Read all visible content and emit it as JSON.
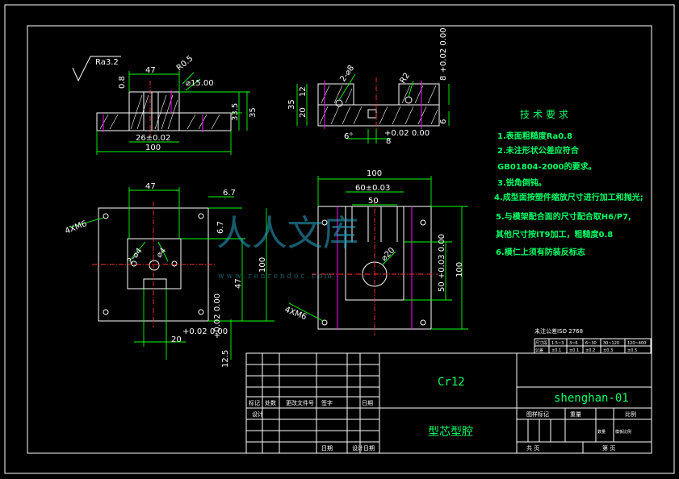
{
  "roughness": "Ra3.2",
  "top_left_view": {
    "dims": [
      "47",
      "R0.5",
      "⌀15.00",
      "0.8",
      "33.5",
      "35",
      "26±0.02",
      "100"
    ]
  },
  "top_right_view": {
    "dims": [
      "2-⌀8",
      "R2",
      "8 +0.02\n   0.00",
      "35",
      "20",
      "12",
      "6",
      "6°",
      "+0.02\n 0.00",
      "8"
    ]
  },
  "bottom_left_view": {
    "dims": [
      "47",
      "6.7",
      "6.7",
      "4XM6",
      "2-⌀4",
      "⌀4",
      "100",
      "47",
      "20",
      "+0.02 0.00",
      "12.5",
      "+0.02 0.00"
    ]
  },
  "bottom_right_view": {
    "dims": [
      "100",
      "60±0.03",
      "50",
      "⌀20",
      "50 +0.03\n 0.00",
      "100",
      "4XM6"
    ]
  },
  "notes": {
    "heading": "技术要求",
    "items": [
      "1.表面粗糙度Ra0.8",
      "2.未注形状公差应符合",
      "GB01804-2000的要求。",
      "3.锐角倒钝。",
      "4.成型面按塑件缩放尺寸进行加工和抛光;",
      "5.与模架配合面的尺寸配合取H6/P7,",
      "其他尺寸按IT9加工，粗糙度0.8",
      "6.模仁上须有防装反标志"
    ]
  },
  "tolerance_table": {
    "title": "未注公差ISO 2768",
    "header": [
      "尺寸段",
      "1.5~3",
      "3~6",
      "6~30",
      "30~120",
      "120~400"
    ],
    "row": [
      "公差",
      "±0.1",
      "±0.1",
      "±0.2",
      "±0.3",
      "±0.5"
    ]
  },
  "title_block": {
    "material": "Cr12",
    "drawing_no": "shenghan-01",
    "part_name": "型芯型腔",
    "labels": {
      "mark": "标记",
      "count": "处数",
      "change_doc": "更改文件号",
      "sign": "签字",
      "date": "日期",
      "design": "设计",
      "date2": "日期",
      "design_check": "设计日期",
      "stage": "图样标记",
      "weight": "重量",
      "scale": "比例",
      "qty": "数量",
      "mold": "模板比例",
      "total": "共 页",
      "sheet": "第 页"
    }
  },
  "watermark": {
    "text": "人人文库",
    "url": "w w w . r e n r e n d o c . c o m"
  }
}
